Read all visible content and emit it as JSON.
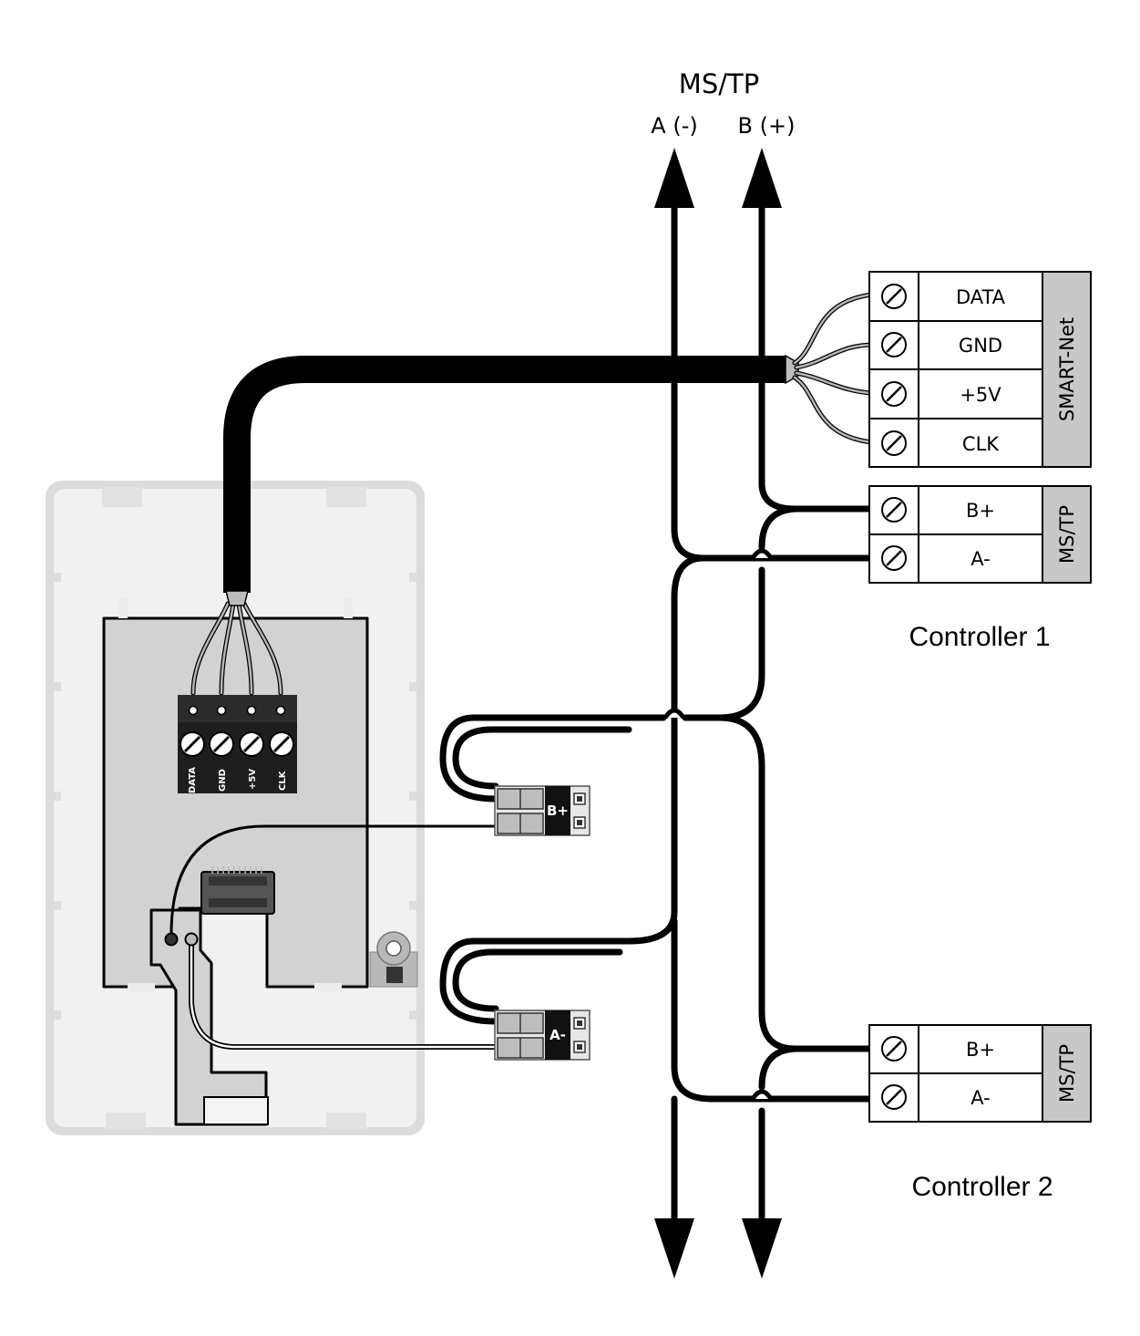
{
  "bus": {
    "title": "MS/TP",
    "wire_a_label": "A (-)",
    "wire_b_label": "B (+)"
  },
  "smartnet_block": {
    "group_label": "SMART-Net",
    "terminals": [
      "DATA",
      "GND",
      "+5V",
      "CLK"
    ]
  },
  "controller1": {
    "name": "Controller 1",
    "group_label": "MS/TP",
    "terminals": [
      "B+",
      "A-"
    ]
  },
  "controller2": {
    "name": "Controller 2",
    "group_label": "MS/TP",
    "terminals": [
      "B+",
      "A-"
    ]
  },
  "device": {
    "terminal_labels": [
      "DATA",
      "GND",
      "+5V",
      "CLK"
    ],
    "connector_b_label": "B+",
    "connector_a_label": "A-"
  },
  "colors": {
    "wire": "#000000",
    "panel_fill": "#d2d2d2",
    "enclosure_fill": "#efefef",
    "group_label_fill": "#c8c8c8"
  }
}
